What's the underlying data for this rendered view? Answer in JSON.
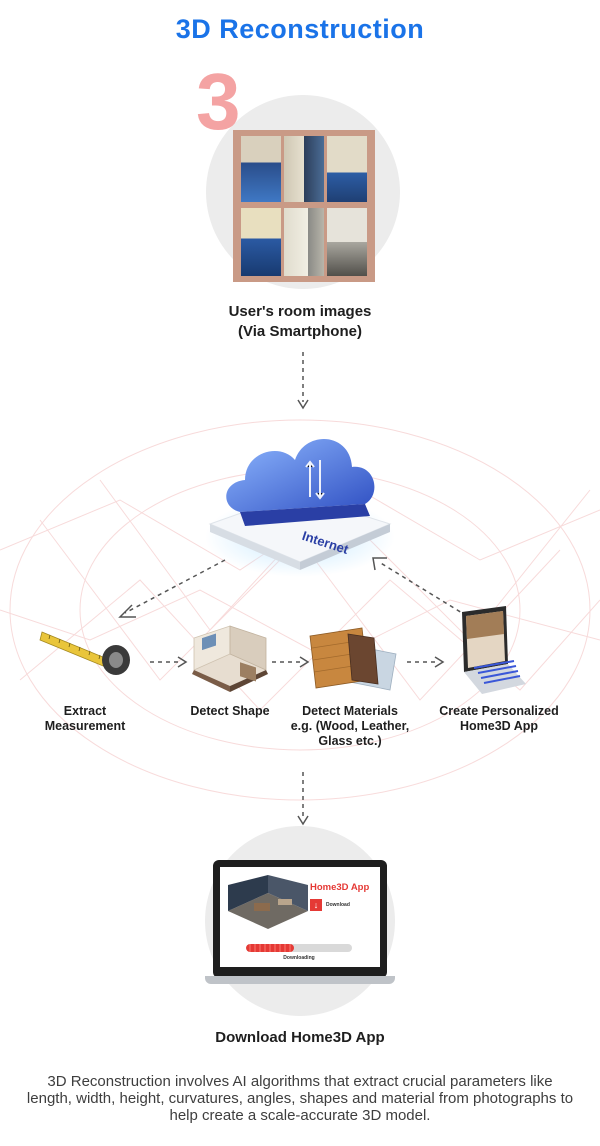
{
  "title": "3D Reconstruction",
  "colors": {
    "title": "#1a73e8",
    "accent_red": "#e53935",
    "cloud_blue": "#3f6fd8",
    "photo_frame": "#c99a86",
    "number_pink": "#f4a3a3"
  },
  "step_number": "3",
  "steps": {
    "room_images": "User's room images\n(Via Smartphone)",
    "cloud_text": "Internet",
    "extract": "Extract\nMeasurement",
    "shape": "Detect Shape",
    "materials": "Detect Materials\ne.g. (Wood, Leather,\nGlass etc.)",
    "create_app": "Create Personalized\nHome3D App",
    "download_app": "Download Home3D App"
  },
  "laptop": {
    "app_title": "Home3D App",
    "download_btn": "Download",
    "progress_label": "Downloading",
    "progress": 0.45
  },
  "caption": "3D Reconstruction involves AI algorithms that extract crucial parameters like length, width, height, curvatures, angles, shapes and material from photographs to help create a scale-accurate 3D model."
}
